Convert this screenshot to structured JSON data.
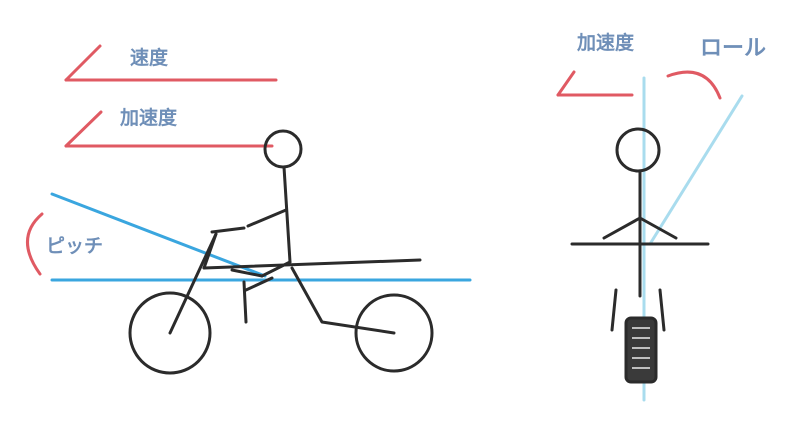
{
  "labels": {
    "speed": "速度",
    "accel_left": "加速度",
    "pitch": "ピッチ",
    "accel_right": "加速度",
    "roll": "ロール"
  },
  "colors": {
    "label_text": "#6f8fb8",
    "arrow_red": "#e05a63",
    "line_blue": "#3aa6df",
    "line_light_blue": "#a9dcee",
    "figure_black": "#2b2b2b"
  }
}
